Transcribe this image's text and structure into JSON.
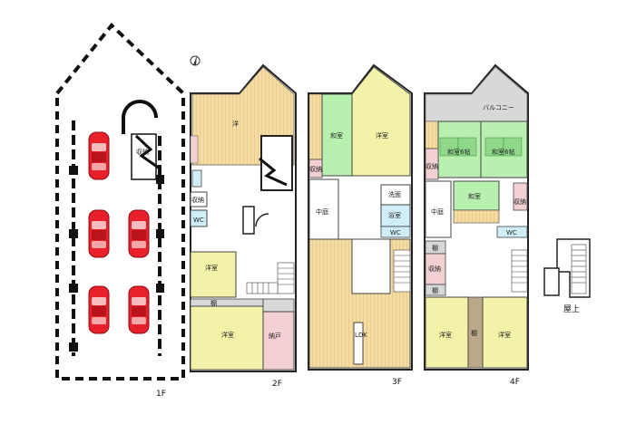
{
  "floor1": {
    "label": "1F",
    "storage": "収納"
  },
  "floor2": {
    "label": "2F",
    "big_room": "洋",
    "closet": "収納",
    "wc": "WC",
    "western_mid": "洋室",
    "shelf": "棚",
    "western_bottom": "洋室",
    "pantry": "納戸"
  },
  "floor3": {
    "label": "3F",
    "japanese_room": "和室",
    "western_room": "洋室",
    "closet": "収納",
    "courtyard": "中庭",
    "washroom": "洗面",
    "bathroom": "浴室",
    "wc": "WC",
    "ldk": "LDK"
  },
  "floor4": {
    "label": "4F",
    "balcony": "バルコニー",
    "japanese_6a": "和室6帖",
    "japanese_6b": "和室6帖",
    "closet_left": "収納",
    "japanese_mid": "和室",
    "closet_right": "収納",
    "courtyard": "中庭",
    "wc": "WC",
    "shelf_top": "棚",
    "storage": "収納",
    "shelf_bottom": "棚",
    "western_left": "洋室",
    "shelf_mid": "棚",
    "western_right": "洋室"
  },
  "roof": {
    "label": "屋上"
  },
  "colors": {
    "wood": "#f5dca2",
    "yellow": "#f2f3a8",
    "green": "#b8f0b0",
    "pink": "#f3d0d4",
    "blue": "#cfeef8",
    "gray": "#d8d8d8",
    "brown": "#bba88a",
    "car": "#e8202a"
  }
}
